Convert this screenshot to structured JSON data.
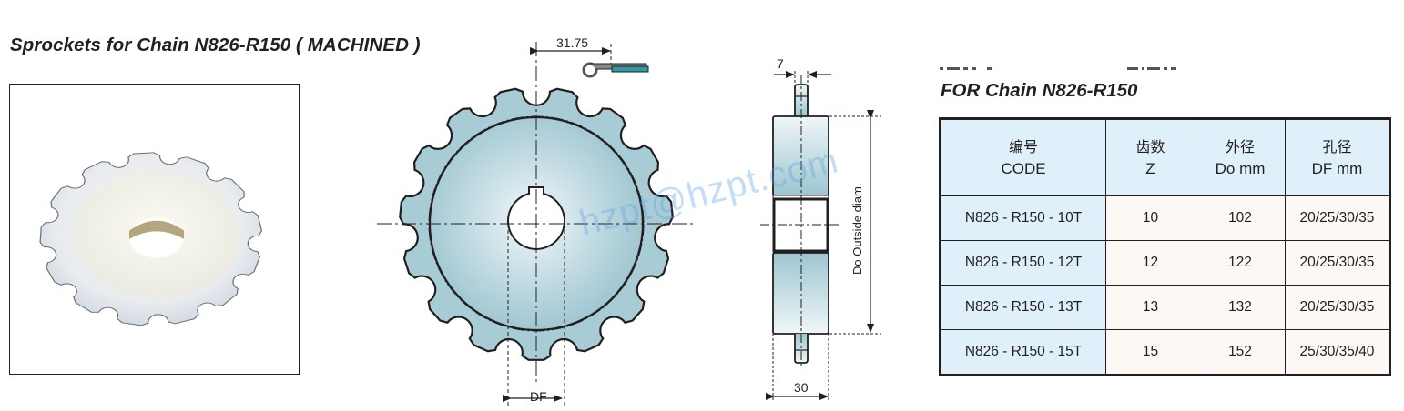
{
  "title": "Sprockets for Chain N826-R150 ( MACHINED )",
  "subtitle": "FOR Chain N826-R150",
  "photo": {
    "alt": "white nylon machined sprocket photo",
    "teeth": 13
  },
  "drawing": {
    "pitch_label": "31.75",
    "bore_label": "DF",
    "width_top_label": "7",
    "width_bottom_label": "30",
    "od_label": "Do  Outside diam.",
    "watermark": "hzpt@hzpt.com",
    "colors": {
      "fill": "#a8ccd6",
      "fill_light": "#eef6f8",
      "outline": "#231f20",
      "chain_accent": "#2e9aa6"
    }
  },
  "table": {
    "headers": [
      {
        "cn": "编号",
        "en": "CODE"
      },
      {
        "cn": "齿数",
        "en": "Z"
      },
      {
        "cn": "外径",
        "en": "Do mm"
      },
      {
        "cn": "孔径",
        "en": "DF mm"
      }
    ],
    "rows": [
      {
        "code": "N826 - R150 - 10T",
        "z": "10",
        "do": "102",
        "df": "20/25/30/35"
      },
      {
        "code": "N826 - R150 - 12T",
        "z": "12",
        "do": "122",
        "df": "20/25/30/35"
      },
      {
        "code": "N826 - R150 - 13T",
        "z": "13",
        "do": "132",
        "df": "20/25/30/35"
      },
      {
        "code": "N826 - R150 - 15T",
        "z": "15",
        "do": "152",
        "df": "25/30/35/40"
      }
    ],
    "colors": {
      "header_bg": "#dff0fa",
      "code_bg": "#dff0fa",
      "cell_bg": "#fdf8f3",
      "border": "#231f20"
    }
  }
}
